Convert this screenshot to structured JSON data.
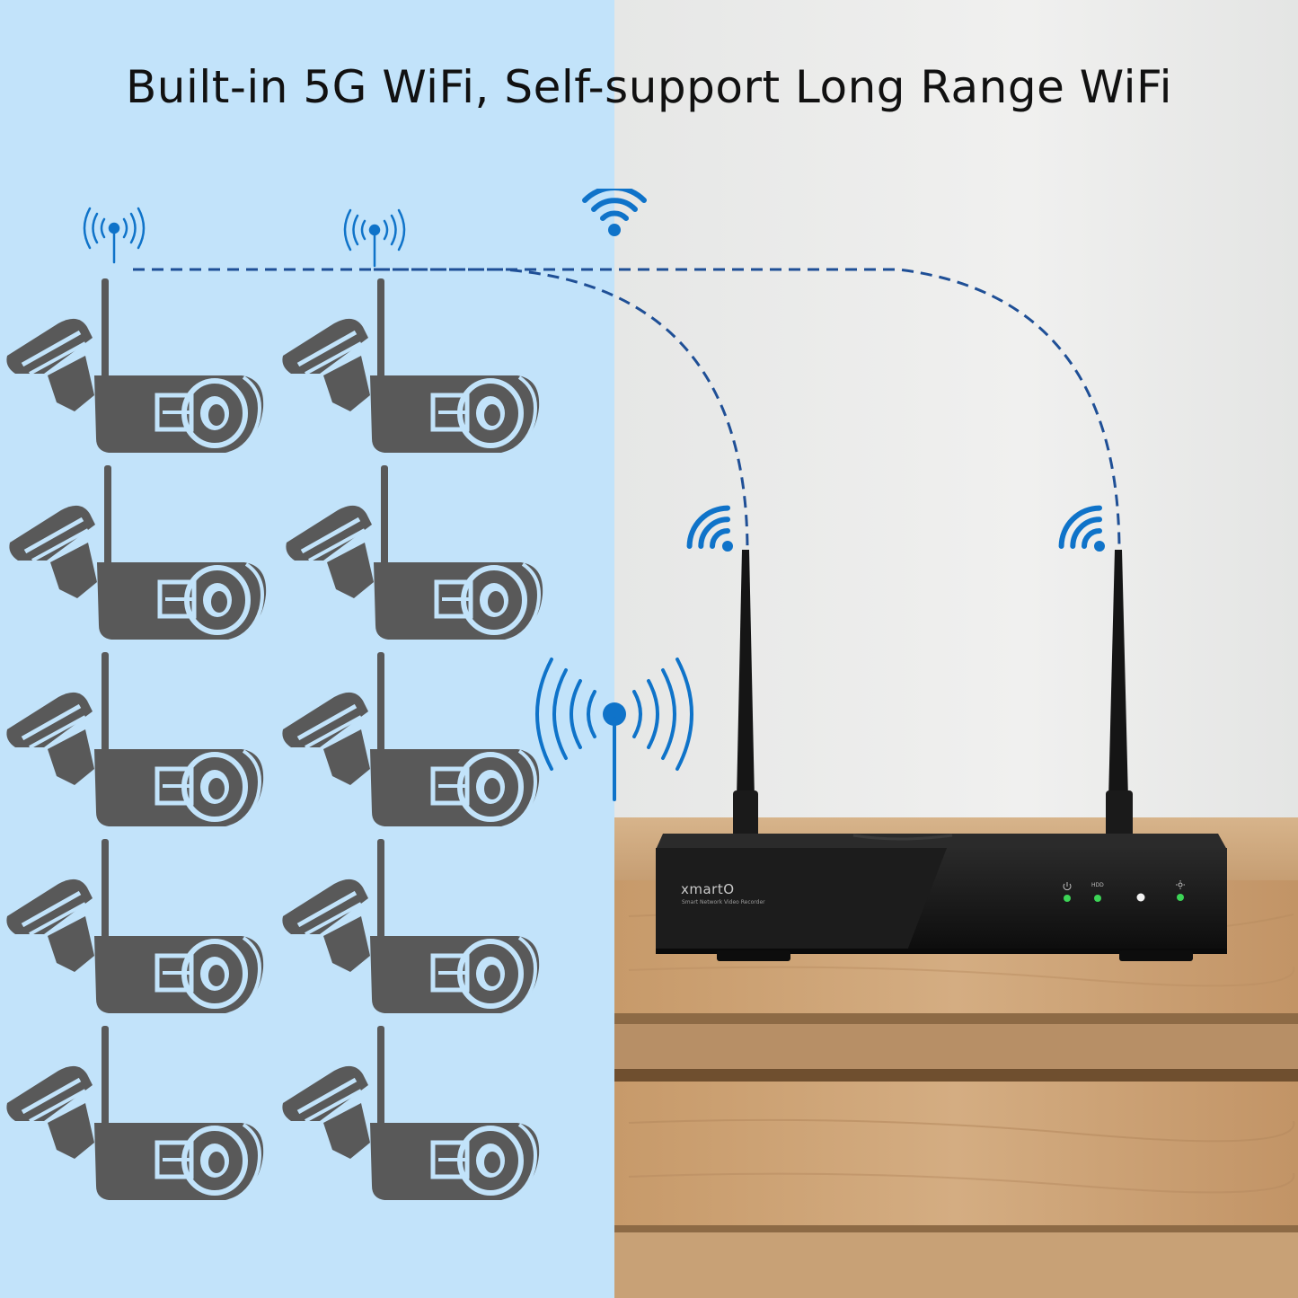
{
  "headline": "Built-in 5G WiFi, Self-support Long Range WiFi",
  "nvr": {
    "brand": "xmartO",
    "subtitle": "Smart Network Video Recorder",
    "hdd_label": "HDD"
  },
  "cameras": {
    "count": 10
  },
  "colors": {
    "blue_panel": "#c2e3fa",
    "wall": "#ecedec",
    "signal_blue": "#0f73c9",
    "dash_blue": "#1f4f96",
    "camera_gray": "#595959",
    "nvr_body": "#151515",
    "led_green": "#3cd456",
    "wood": "#caa47d"
  },
  "icons": [
    "wifi-icon",
    "broadcast-antenna-icon",
    "power-icon",
    "brightness-icon"
  ]
}
